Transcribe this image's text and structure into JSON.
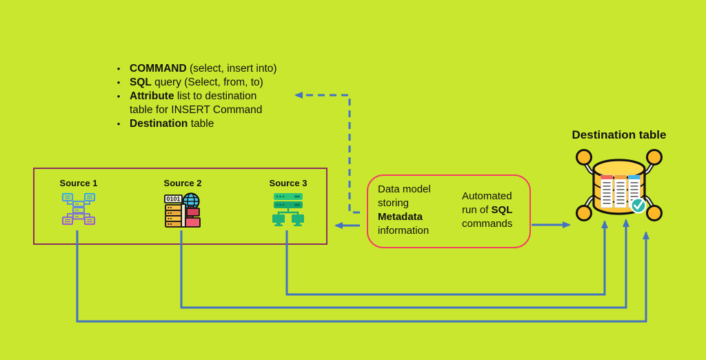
{
  "colors": {
    "background": "#c9e72e",
    "arrow_blue": "#4472c4",
    "sources_box_border": "#8c2f5f",
    "metadata_box_border": "#f43f63",
    "text": "#111111"
  },
  "glyphs": {
    "bullet": "•"
  },
  "bullet_list": {
    "items": [
      {
        "segments": [
          {
            "text": "COMMAND",
            "bold": true
          },
          {
            "text": " (select, insert into)",
            "bold": false
          }
        ]
      },
      {
        "segments": [
          {
            "text": "SQL",
            "bold": true
          },
          {
            "text": " query (Select, from, to)",
            "bold": false
          }
        ]
      },
      {
        "segments": [
          {
            "text": "Attribute",
            "bold": true
          },
          {
            "text": " list to destination\ntable for INSERT Command",
            "bold": false
          }
        ]
      },
      {
        "segments": [
          {
            "text": "Destination",
            "bold": true
          },
          {
            "text": " table",
            "bold": false
          }
        ]
      }
    ]
  },
  "sources_box": {
    "sources": [
      {
        "label": "Source 1",
        "icon": "network-servers-icon"
      },
      {
        "label": "Source 2",
        "icon": "data-sources-icon",
        "icon_text": "0101"
      },
      {
        "label": "Source 3",
        "icon": "server-clients-icon"
      }
    ]
  },
  "metadata_box": {
    "left_segments": [
      {
        "text": "Data model\nstoring\n",
        "bold": false
      },
      {
        "text": "Metadata",
        "bold": true
      },
      {
        "text": "\ninformation",
        "bold": false
      }
    ],
    "right_segments": [
      {
        "text": "Automated\nrun of ",
        "bold": false
      },
      {
        "text": "SQL",
        "bold": true
      },
      {
        "text": "\ncommands",
        "bold": false
      }
    ]
  },
  "destination": {
    "title": "Destination table",
    "icon": "database-table-icon"
  }
}
